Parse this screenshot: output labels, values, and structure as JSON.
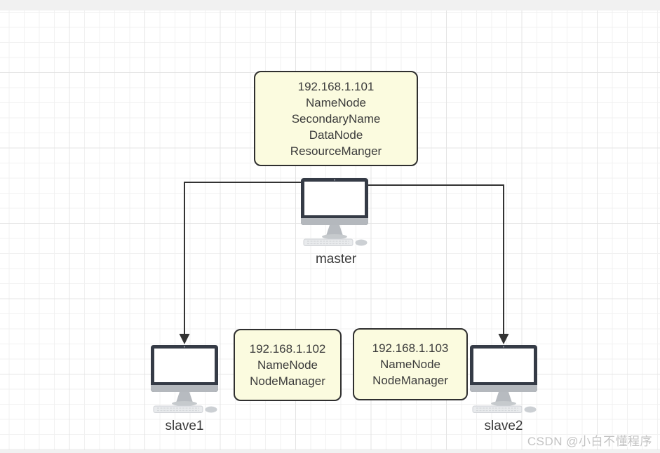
{
  "diagram": {
    "boxes": {
      "master": {
        "lines": [
          "192.168.1.101",
          "NameNode",
          "SecondaryName",
          "DataNode",
          "ResourceManger"
        ]
      },
      "slave1": {
        "lines": [
          "192.168.1.102",
          "NameNode",
          "NodeManager"
        ]
      },
      "slave2": {
        "lines": [
          "192.168.1.103",
          "NameNode",
          "NodeManager"
        ]
      }
    },
    "computers": [
      {
        "id": "master",
        "label": "master"
      },
      {
        "id": "slave1",
        "label": "slave1"
      },
      {
        "id": "slave2",
        "label": "slave2"
      }
    ],
    "connections": [
      {
        "from": "master",
        "to": "slave1"
      },
      {
        "from": "master",
        "to": "slave2"
      }
    ],
    "colors": {
      "box_fill": "#fbfbdf",
      "box_border": "#2f2f2f",
      "text": "#3b3b3b",
      "arrow": "#333333",
      "monitor_frame": "#353b46",
      "monitor_metal": "#b7bbc0",
      "grid_minor": "#f1f1f1",
      "grid_major": "#e4e4e4",
      "watermark": "#c3c3c3"
    }
  },
  "watermark": {
    "text": "CSDN @小白不懂程序"
  }
}
